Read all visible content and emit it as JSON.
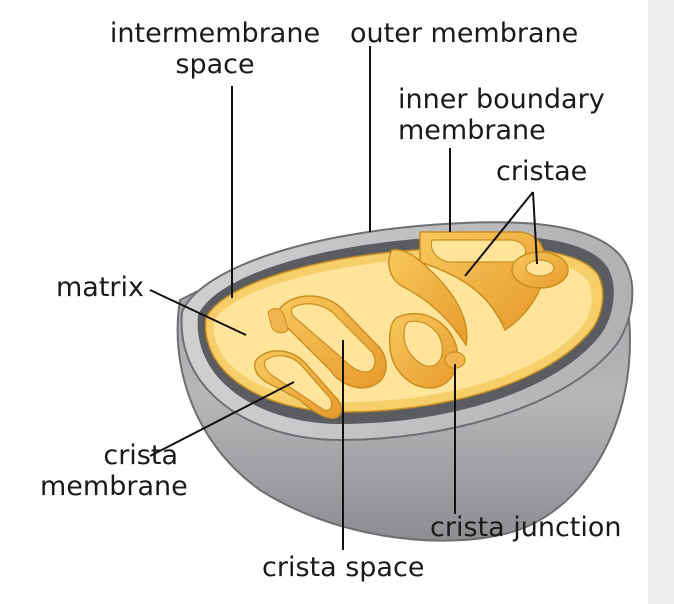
{
  "diagram": {
    "labels": {
      "intermembrane_space_line1": "intermembrane",
      "intermembrane_space_line2": "space",
      "outer_membrane": "outer membrane",
      "inner_boundary_line1": "inner boundary",
      "inner_boundary_line2": "membrane",
      "cristae": "cristae",
      "matrix": "matrix",
      "crista_membrane_line1": "crista",
      "crista_membrane_line2": "membrane",
      "crista_junction": "crista junction",
      "crista_space": "crista space"
    },
    "colors": {
      "outer_shell": "#a9aaac",
      "outer_shell_dark": "#7f8083",
      "intermembrane": "#5b5c5f",
      "inner_membrane": "#f6cf6a",
      "matrix": "#ffe49a",
      "crista_inner": "#f2b650",
      "crista_shadow": "#e59a2b",
      "leader_line": "#111111",
      "side_strip": "#ededed"
    }
  }
}
